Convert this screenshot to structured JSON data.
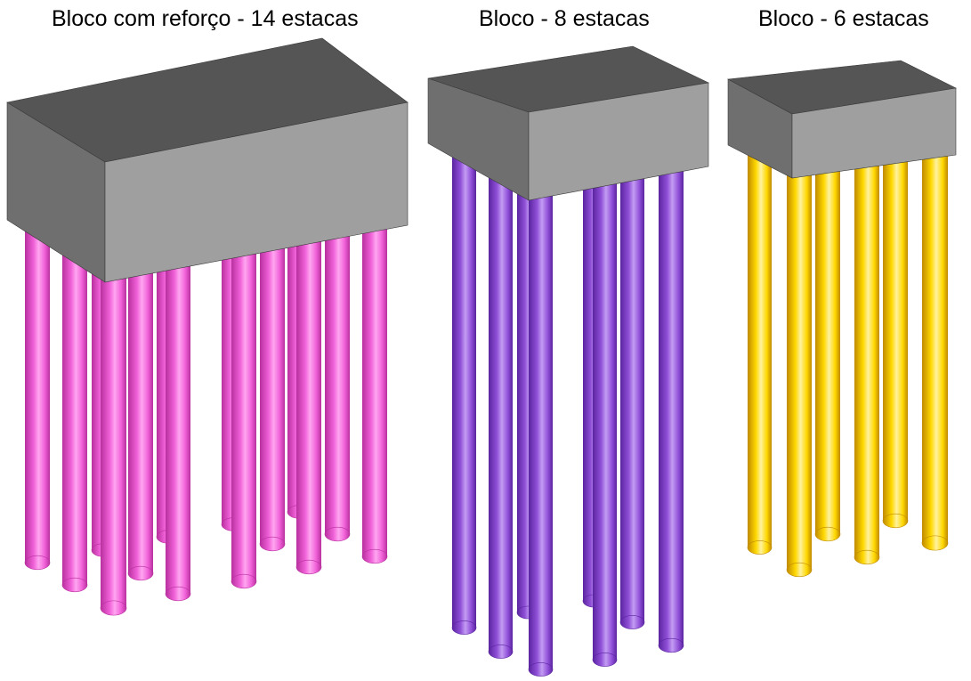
{
  "figure": {
    "blocks": [
      {
        "title": "Bloco com reforço - 14 estacas",
        "pile_count": 14,
        "pile_color": "#f060d8",
        "pile_shade": "#b8309e",
        "pile_highlight": "#ffa6f0"
      },
      {
        "title": "Bloco - 8 estacas",
        "pile_count": 8,
        "pile_color": "#9050d8",
        "pile_shade": "#5a24a0",
        "pile_highlight": "#c39cf2"
      },
      {
        "title": "Bloco - 6 estacas",
        "pile_count": 6,
        "pile_color": "#ffd800",
        "pile_shade": "#c08a00",
        "pile_highlight": "#fff2a0"
      }
    ],
    "cap_colors": {
      "top": "#555555",
      "left": "#6f6f6f",
      "front": "#9f9f9f",
      "edge": "#3a3a3a"
    },
    "background": "#ffffff"
  }
}
